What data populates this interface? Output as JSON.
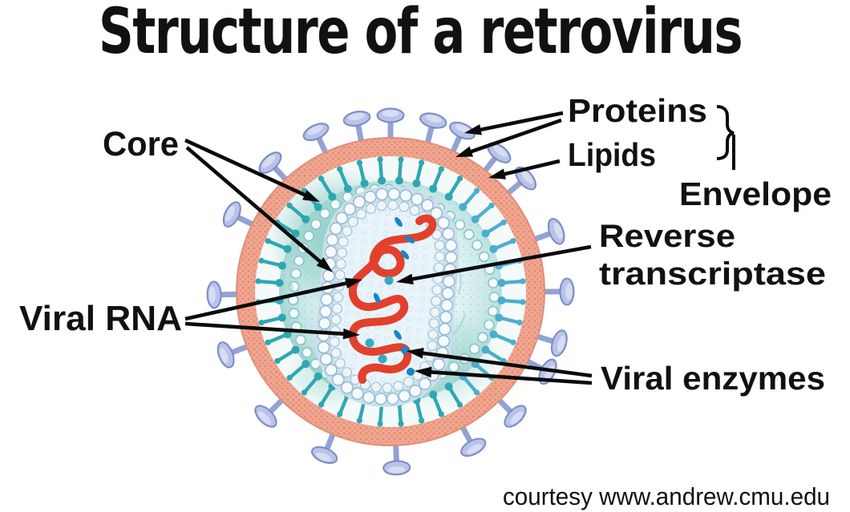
{
  "title": "Structure of a retrovirus",
  "credit": "courtesy www.andrew.cmu.edu",
  "labels": {
    "core": "Core",
    "viral_rna": "Viral RNA",
    "proteins": "Proteins",
    "lipids": "Lipids",
    "envelope": "Envelope",
    "reverse_line1": "Reverse",
    "reverse_line2": "transcriptase",
    "viral_enzymes": "Viral enzymes"
  },
  "colors": {
    "background": "#ffffff",
    "text": "#111111",
    "arrow": "#0a0a0a",
    "envelope_membrane": "#F1A78F",
    "envelope_stipple": "#E18B76",
    "envelope_outline": "#DE8F7B",
    "lipid_bilayer_teal": "#2EA7B2",
    "lipid_bilayer_blue": "#4BAECD",
    "spike_protein": "#B9C3E7",
    "spike_highlight": "#D6DCF2",
    "spike_stem": "#93A2D4",
    "spike_outline": "#7A8BC6",
    "matrix_pale": "#E9F6F7",
    "matrix_band": "#7FC6C4",
    "matrix_bead_fill": "#F5FBFB",
    "matrix_bead_stroke": "#8CC6CA",
    "capsid_interior": "#E9F4FA",
    "capsid_wall": "#CBE0EC",
    "capsid_bead_fill": "#F5FBFD",
    "capsid_bead_stroke": "#9BBBD4",
    "rna": "#E2402C",
    "enzyme_blue": "#1488C8",
    "enzyme_teal": "#36A9C4"
  }
}
